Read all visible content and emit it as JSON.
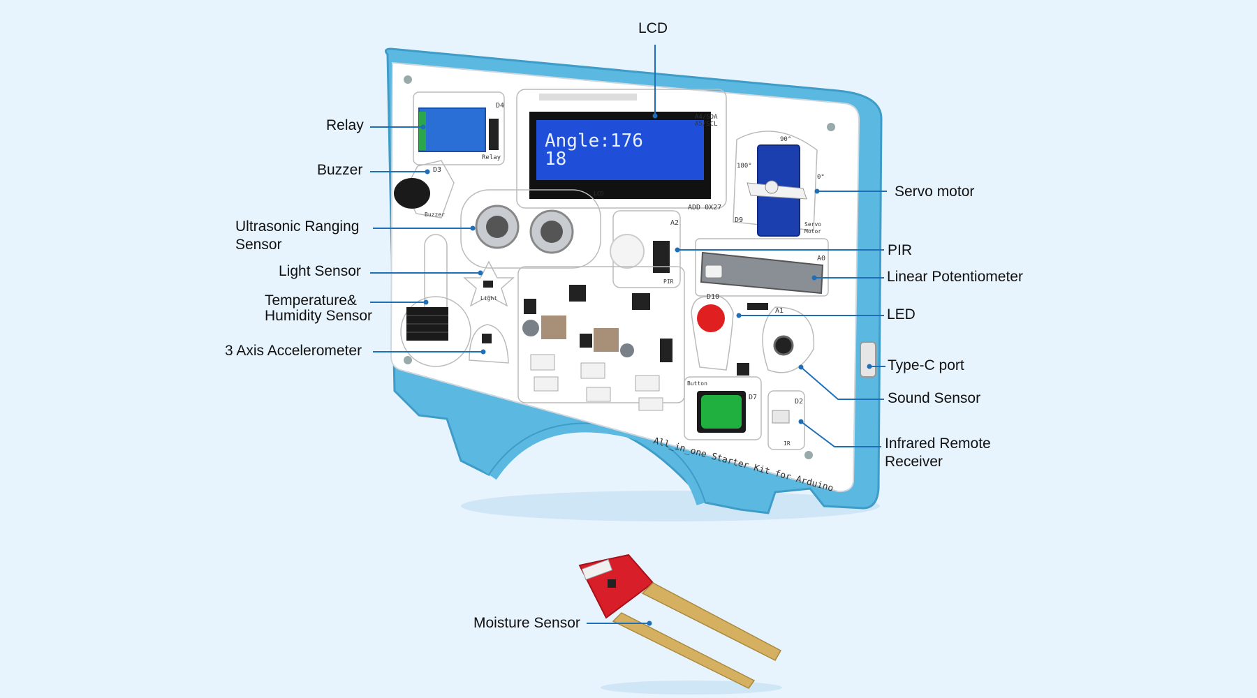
{
  "labels": {
    "lcd": "LCD",
    "relay": "Relay",
    "buzzer": "Buzzer",
    "ultrasonic_1": "Ultrasonic Ranging",
    "ultrasonic_2": "Sensor",
    "light": "Light Sensor",
    "temp_1": "Temperature&",
    "temp_2": "Humidity Sensor",
    "accel": "3 Axis Accelerometer",
    "servo": "Servo motor",
    "pir": "PIR",
    "pot": "Linear Potentiometer",
    "led": "LED",
    "typec": "Type-C port",
    "sound": "Sound Sensor",
    "ir_1": "Infrared Remote",
    "ir_2": "Receiver",
    "moisture": "Moisture Sensor"
  },
  "lcd_display": {
    "line1": "Angle:176",
    "line2": "18"
  },
  "board": {
    "footer_text": "All_in_one Starter Kit for Arduino",
    "pins": {
      "relay": "D4",
      "buzzer": "D3",
      "servo": "D9",
      "pir": "A2",
      "pot": "A0",
      "led": "D10",
      "sound": "A1",
      "button": "D7",
      "ir": "D2",
      "lcd_addr": "ADD 0X27",
      "lcd_bus_1": "A4/SDA",
      "lcd_bus_2": "A5/SCL"
    },
    "tags": {
      "relay": "Relay",
      "buzzer": "Buzzer",
      "servo_1": "Servo",
      "servo_2": "Motor",
      "pir": "PIR",
      "light": "Light",
      "button": "Button",
      "ir": "IR",
      "lcd": "LCD",
      "servo_90": "90°",
      "servo_180": "180°",
      "servo_0": "0°"
    }
  },
  "colors": {
    "background": "#e8f4fd",
    "case": "#5bb8e0",
    "board": "#ffffff",
    "lcd_screen": "#1f4fd8",
    "relay": "#2a6fd6",
    "servo": "#1c3fb0",
    "led": "#e02020",
    "button": "#20b040",
    "moisture_pcb": "#d81e28",
    "moisture_probe": "#d4b060"
  }
}
